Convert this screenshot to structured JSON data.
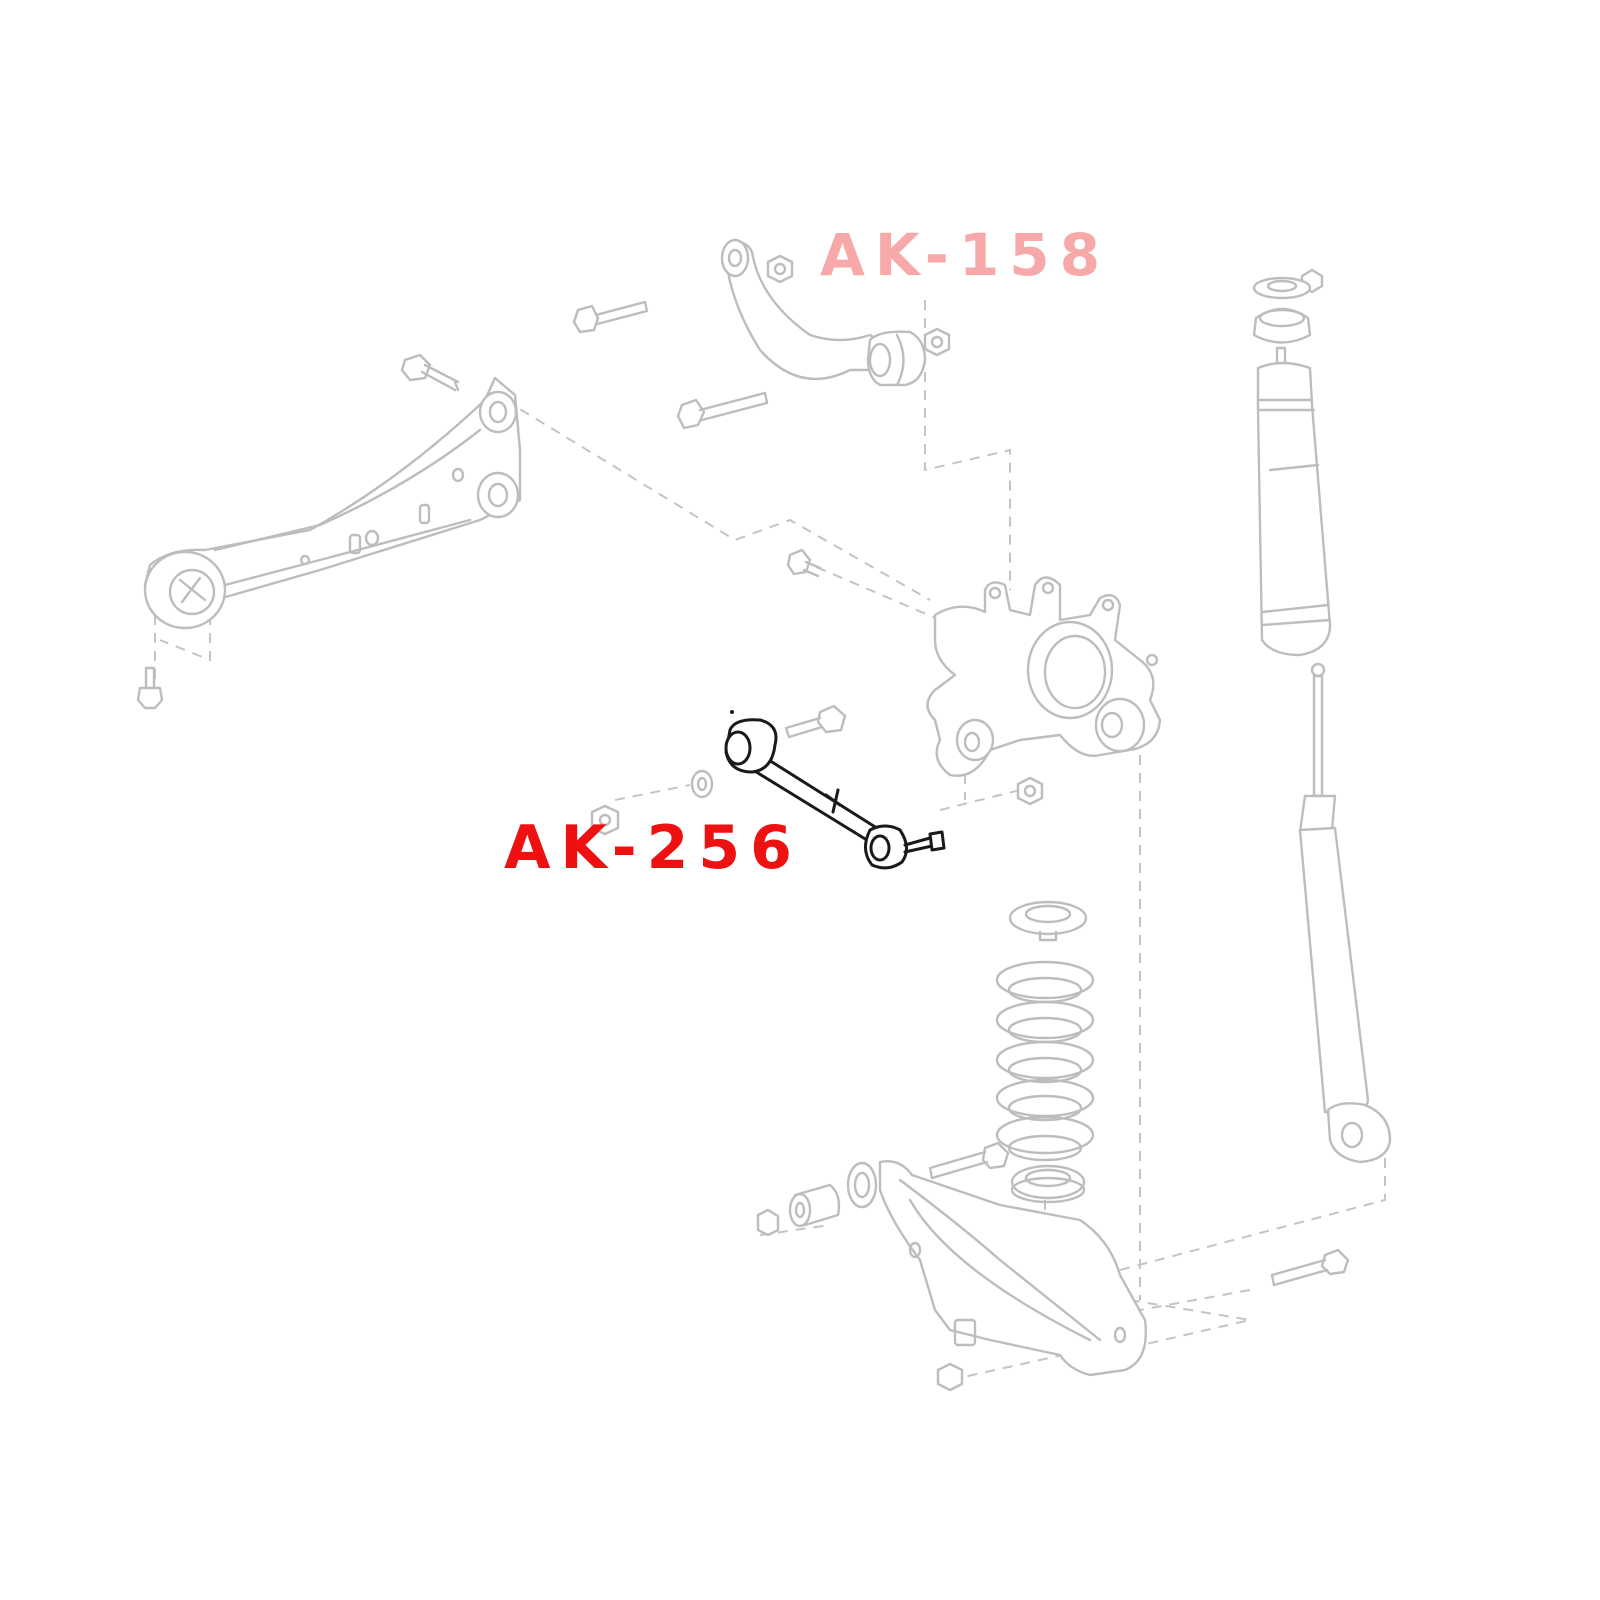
{
  "diagram": {
    "subject": "Rear suspension exploded view",
    "colors": {
      "background": "#ffffff",
      "line_art": "#bdbdbd",
      "highlight_part": "#1a1a1a"
    },
    "labels": [
      {
        "id": "ak158",
        "text": "AK-158",
        "color": "#f7a9a9",
        "points_to": "rear upper camber arm"
      },
      {
        "id": "ak256",
        "text": "AK-256",
        "color": "#ee1111",
        "points_to": "rear toe arm / lateral link (highlighted)"
      }
    ],
    "parts": [
      "trailing arm",
      "upper camber arm",
      "toe arm (highlighted)",
      "knuckle / hub carrier",
      "upper strut mount",
      "bump stop / dust boot",
      "shock absorber",
      "coil spring",
      "upper spring seat",
      "lower spring seat",
      "lower control arm",
      "bolts and nuts"
    ]
  }
}
